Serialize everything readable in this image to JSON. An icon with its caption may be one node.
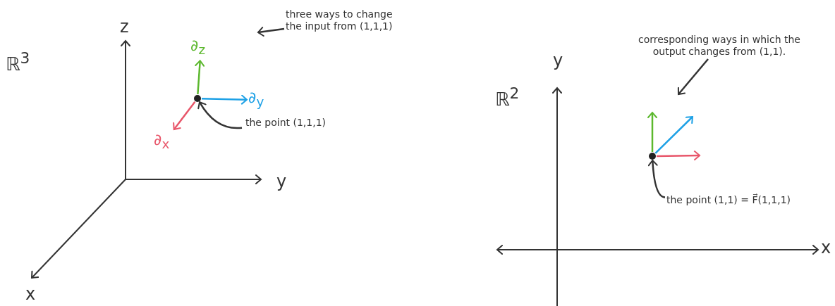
{
  "diagram": {
    "nodes": [
      {
        "text": [
          "three ways to change the input from (1,1,1)"
        ]
      },
      {
        "text": [
          "∂$_{z}$"
        ]
      },
      {
        "text": [
          "∂$_{y}$"
        ]
      },
      {
        "text": [
          "∂$_{x}$"
        ]
      },
      {
        "text": [],
        "shape": "circle"
      },
      {
        "text": [
          "the point (1,1,1)"
        ]
      },
      {
        "text": [
          "corresponding ways in which the output changes from (1,1)."
        ]
      },
      {
        "text": [],
        "shape": "circle"
      },
      {
        "text": [
          "the point (1,1) = F⃗(1,1,1)"
        ]
      }
    ],
    "edges": [
      {
        "from": 0,
        "to": null,
        "arrow": "to"
      },
      {
        "from": 4,
        "to": 1,
        "arrow": "to",
        "color": "#5cb82e"
      },
      {
        "from": 4,
        "to": 2,
        "arrow": "to",
        "color": "#1ea1e6"
      },
      {
        "from": 4,
        "to": 3,
        "arrow": "to",
        "color": "#e8566a"
      },
      {
        "from": 5,
        "to": 4,
        "arrow": "to"
      },
      {
        "from": 6,
        "to": null,
        "arrow": "to"
      },
      {
        "from": 7,
        "to": null,
        "arrow": "to",
        "color": "#5cb82e"
      },
      {
        "from": 7,
        "to": null,
        "arrow": "to",
        "color": "#1ea1e6"
      },
      {
        "from": 7,
        "to": null,
        "arrow": "to",
        "color": "#e8566a"
      },
      {
        "from": 8,
        "to": 7,
        "arrow": "to"
      }
    ],
    "labels": [
      "z",
      "ℝ$^{3}$",
      "y",
      "x",
      "y",
      "ℝ$^{2}$",
      "x"
    ]
  }
}
